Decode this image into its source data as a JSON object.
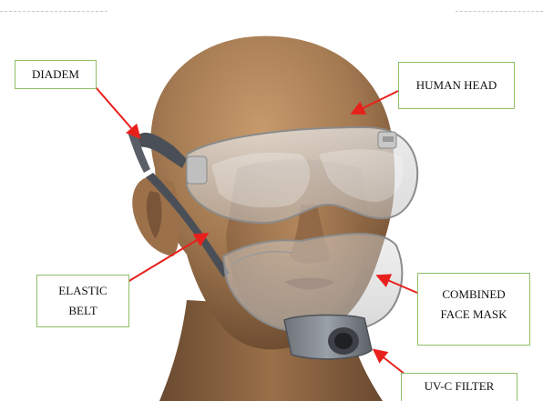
{
  "labels": {
    "diadem": "DIADEM",
    "human_head": "HUMAN HEAD",
    "elastic_belt": [
      "ELASTIC",
      "BELT"
    ],
    "combined_face_mask": [
      "COMBINED",
      "FACE MASK"
    ],
    "uvc_filter": "UV-C FILTER"
  },
  "colors": {
    "arrow": "#e8201c",
    "callout_border": "#8fbf6a",
    "skin": "#a47a52",
    "strap": "#4a4f57"
  }
}
